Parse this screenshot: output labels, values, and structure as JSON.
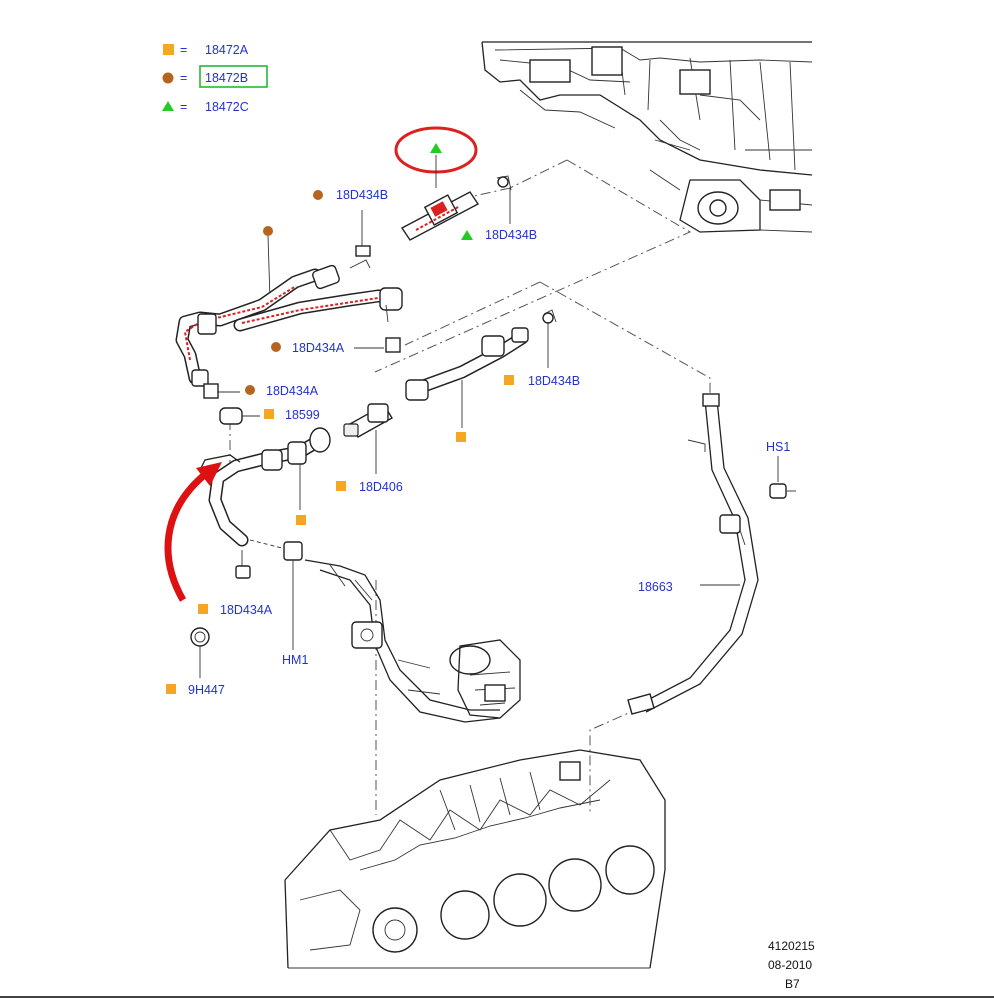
{
  "legend": {
    "items": [
      {
        "symbol": "square",
        "color": "#f5a623",
        "equals": "=",
        "code": "18472A"
      },
      {
        "symbol": "circle",
        "color": "#b5651d",
        "equals": "=",
        "code": "18472B",
        "boxed": true,
        "box_color": "#22bb33"
      },
      {
        "symbol": "triangle",
        "color": "#22cc22",
        "equals": "=",
        "code": "18472C"
      }
    ]
  },
  "callouts": {
    "c1": "18D434B",
    "c2": "18D434B",
    "c3": "18D434A",
    "c4": "18D434B",
    "c5": "18D434A",
    "c6": "18599",
    "c7": "18D406",
    "c8": "18D434A",
    "c9": "9H447",
    "c10": "HM1",
    "c11": "HS1",
    "c12": "18663"
  },
  "stamp": {
    "line1": "4120215",
    "line2": "08-2010",
    "line3": "B7"
  },
  "highlight": {
    "circle_color": "#dd2020",
    "arrow_color": "#dd1111"
  }
}
